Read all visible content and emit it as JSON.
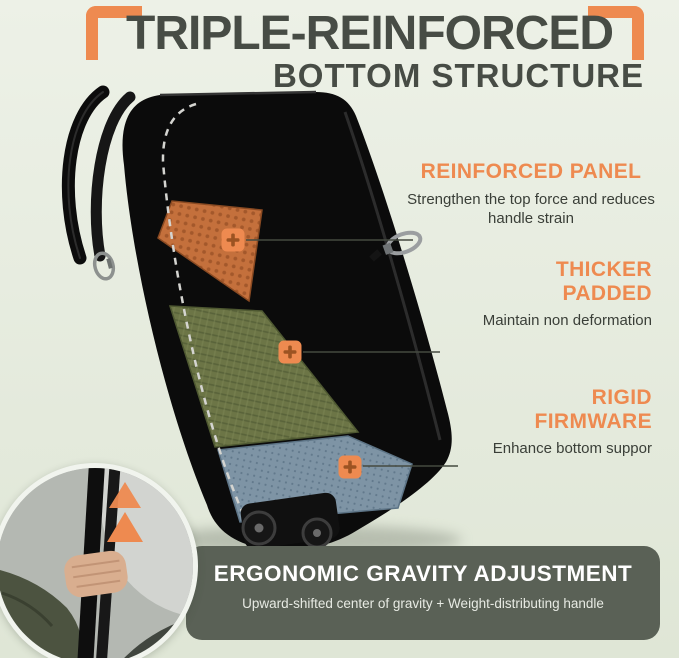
{
  "title": {
    "line1": "TRIPLE-REINFORCED",
    "line2": "BOTTOM STRUCTURE"
  },
  "callouts": [
    {
      "title": "REINFORCED PANEL",
      "desc": "Strengthen the top force and reduces handle strain"
    },
    {
      "title": "THICKER PADDED",
      "desc": "Maintain non deformation"
    },
    {
      "title": "RIGID FIRMWARE",
      "desc": "Enhance bottom suppor"
    }
  ],
  "banner": {
    "title": "ERGONOMIC GRAVITY ADJUSTMENT",
    "subtitle": "Upward-shifted center of gravity + Weight-distributing handle"
  },
  "icons": {
    "plus_marker": "+",
    "up_arrow": "▲"
  },
  "colors": {
    "accent": "#EE8A50",
    "accent_dark": "#9C5322",
    "heading": "#474C45",
    "body_text": "#3A3F38",
    "banner_bg": "#5A6156",
    "banner_text": "#FFFFFF",
    "banner_subtext": "#E7EAE3",
    "bg_top": "#EDF1E7",
    "bg_bottom": "#DFE6D6",
    "layer_orange": "#C4703C",
    "layer_green": "#6C7546",
    "layer_blue": "#7E94A5",
    "bag_black": "#0B0B0B",
    "line": "#454A40"
  }
}
